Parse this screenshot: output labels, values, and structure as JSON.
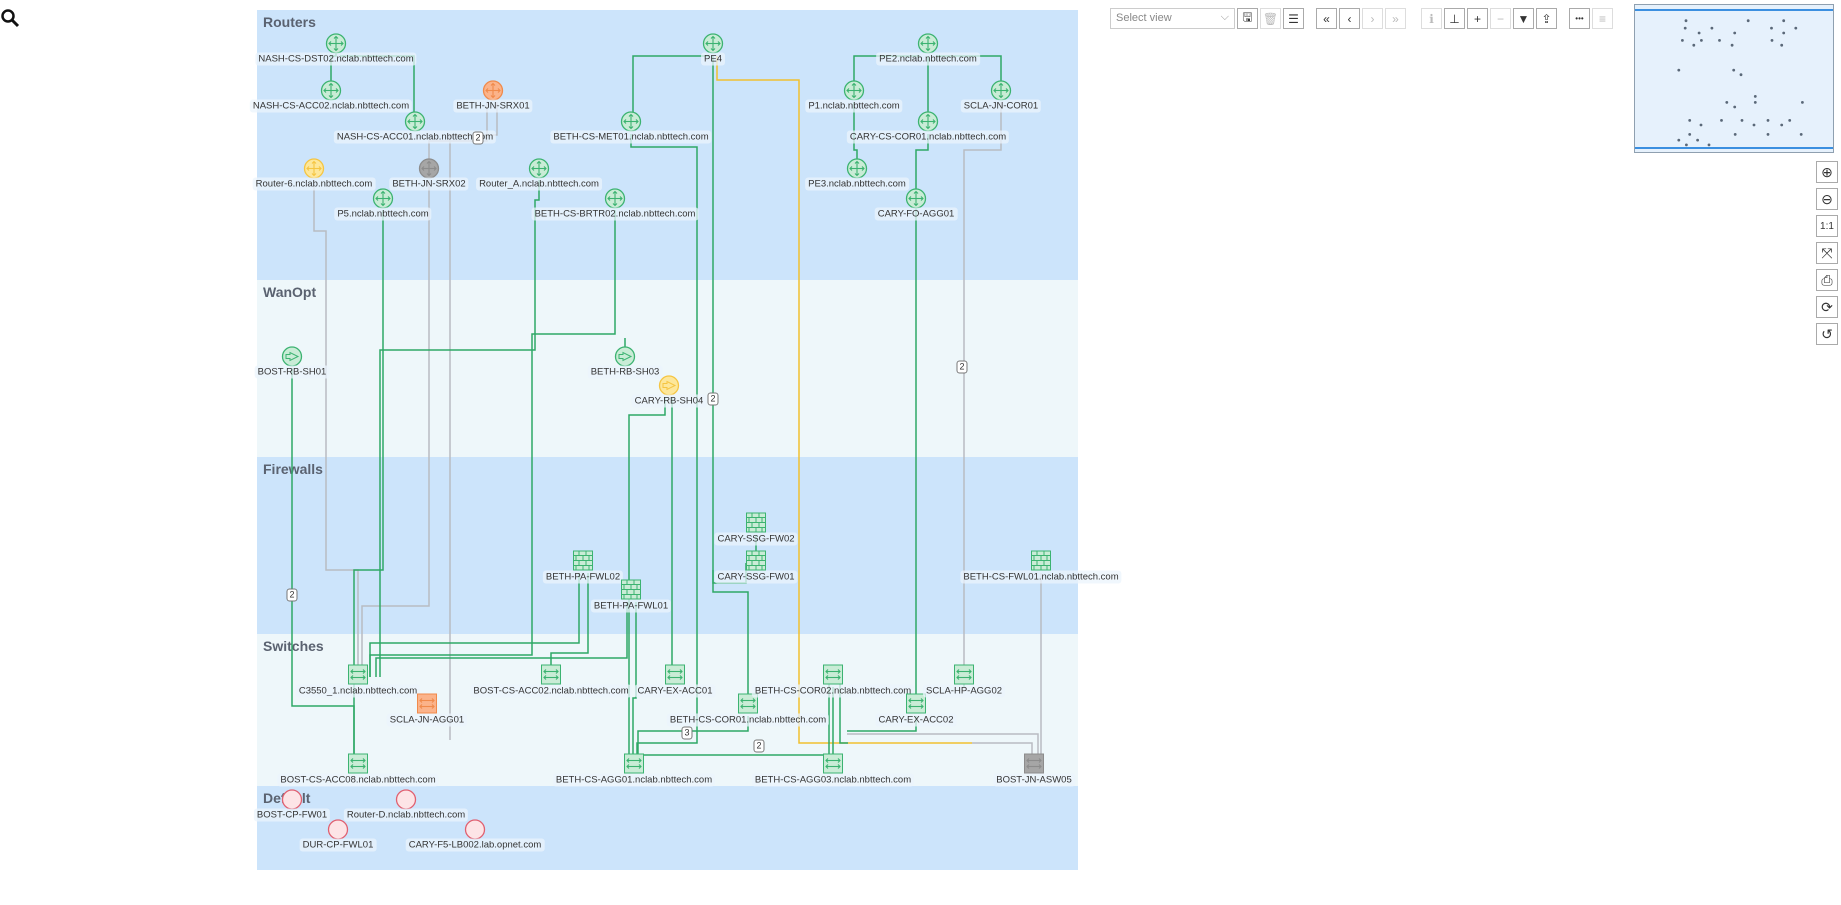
{
  "toolbar": {
    "select_view_placeholder": "Select view",
    "buttons": [
      {
        "name": "save-view-button",
        "icon": "floppy-icon",
        "glyph": "🖫",
        "enabled": true
      },
      {
        "name": "delete-view-button",
        "icon": "trash-icon",
        "glyph": "🗑",
        "enabled": false
      },
      {
        "name": "view-list-button",
        "icon": "list-icon",
        "glyph": "☰",
        "enabled": true
      },
      {
        "name": "first-button",
        "icon": "double-chevron-left-icon",
        "glyph": "«",
        "enabled": true
      },
      {
        "name": "prev-button",
        "icon": "chevron-left-icon",
        "glyph": "‹",
        "enabled": true
      },
      {
        "name": "next-button",
        "icon": "chevron-right-icon",
        "glyph": "›",
        "enabled": false
      },
      {
        "name": "last-button",
        "icon": "double-chevron-right-icon",
        "glyph": "»",
        "enabled": false
      },
      {
        "name": "info-button",
        "icon": "info-icon",
        "glyph": "ℹ",
        "enabled": false
      },
      {
        "name": "hierarchy-button",
        "icon": "hierarchy-icon",
        "glyph": "⊥",
        "enabled": true
      },
      {
        "name": "add-button",
        "icon": "plus-icon",
        "glyph": "+",
        "enabled": true
      },
      {
        "name": "remove-button",
        "icon": "minus-icon",
        "glyph": "−",
        "enabled": false
      },
      {
        "name": "filter-button",
        "icon": "filter-icon",
        "glyph": "▼",
        "enabled": true
      },
      {
        "name": "export-button",
        "icon": "upload-icon",
        "glyph": "⇪",
        "enabled": true
      },
      {
        "name": "more-button",
        "icon": "ellipsis-icon",
        "glyph": "•••",
        "enabled": true
      },
      {
        "name": "menu-button",
        "icon": "hamburger-icon",
        "glyph": "≡",
        "enabled": false
      }
    ]
  },
  "zoom_controls": [
    {
      "name": "zoom-in-button",
      "icon": "zoom-in-icon",
      "glyph": "⊕"
    },
    {
      "name": "zoom-out-button",
      "icon": "zoom-out-icon",
      "glyph": "⊖"
    },
    {
      "name": "actual-size-button",
      "icon": "one-to-one-icon",
      "glyph": "1:1"
    },
    {
      "name": "fit-button",
      "icon": "expand-icon",
      "glyph": "⤧"
    },
    {
      "name": "print-button",
      "icon": "print-icon",
      "glyph": "⎙"
    },
    {
      "name": "refresh-button",
      "icon": "refresh-icon",
      "glyph": "⟳"
    },
    {
      "name": "undo-button",
      "icon": "undo-icon",
      "glyph": "↺"
    }
  ],
  "groups": [
    {
      "title": "Routers"
    },
    {
      "title": "WanOpt"
    },
    {
      "title": "Firewalls"
    },
    {
      "title": "Switches"
    },
    {
      "title": "Default"
    }
  ],
  "colors": {
    "ok": "#3cb371",
    "warn": "#f5c542",
    "critical": "#f08a4b",
    "unknown": "#8c8c8c",
    "unmanaged": "#e06070",
    "link_ok": "#2ea866",
    "link_warn": "#f0c030",
    "link_unknown": "#b8bcc2"
  },
  "nodes": [
    {
      "label": "NASH-CS-DST02.nclab.nbttech.com",
      "type": "router",
      "status": "ok"
    },
    {
      "label": "NASH-CS-ACC02.nclab.nbttech.com",
      "type": "router",
      "status": "ok"
    },
    {
      "label": "NASH-CS-ACC01.nclab.nbttech.com",
      "type": "router",
      "status": "ok"
    },
    {
      "label": "BETH-JN-SRX01",
      "type": "router",
      "status": "critical"
    },
    {
      "label": "Router-6.nclab.nbttech.com",
      "type": "router",
      "status": "warn"
    },
    {
      "label": "BETH-JN-SRX02",
      "type": "router",
      "status": "unknown"
    },
    {
      "label": "Router_A.nclab.nbttech.com",
      "type": "router",
      "status": "ok"
    },
    {
      "label": "P5.nclab.nbttech.com",
      "type": "router",
      "status": "ok"
    },
    {
      "label": "PE4",
      "type": "router",
      "status": "ok"
    },
    {
      "label": "BETH-CS-MET01.nclab.nbttech.com",
      "type": "router",
      "status": "ok"
    },
    {
      "label": "BETH-CS-BRTR02.nclab.nbttech.com",
      "type": "router",
      "status": "ok"
    },
    {
      "label": "PE2.nclab.nbttech.com",
      "type": "router",
      "status": "ok"
    },
    {
      "label": "P1.nclab.nbttech.com",
      "type": "router",
      "status": "ok"
    },
    {
      "label": "SCLA-JN-COR01",
      "type": "router",
      "status": "ok"
    },
    {
      "label": "CARY-CS-COR01.nclab.nbttech.com",
      "type": "router",
      "status": "ok"
    },
    {
      "label": "PE3.nclab.nbttech.com",
      "type": "router",
      "status": "ok"
    },
    {
      "label": "CARY-FO-AGG01",
      "type": "router",
      "status": "ok"
    },
    {
      "label": "BOST-RB-SH01",
      "type": "wanopt",
      "status": "ok"
    },
    {
      "label": "BETH-RB-SH03",
      "type": "wanopt",
      "status": "ok"
    },
    {
      "label": "CARY-RB-SH04",
      "type": "wanopt",
      "status": "warn"
    },
    {
      "label": "CARY-SSG-FW02",
      "type": "firewall",
      "status": "ok"
    },
    {
      "label": "CARY-SSG-FW01",
      "type": "firewall",
      "status": "ok"
    },
    {
      "label": "BETH-PA-FWL02",
      "type": "firewall",
      "status": "ok"
    },
    {
      "label": "BETH-PA-FWL01",
      "type": "firewall",
      "status": "ok"
    },
    {
      "label": "BETH-CS-FWL01.nclab.nbttech.com",
      "type": "firewall",
      "status": "ok"
    },
    {
      "label": "C3550_1.nclab.nbttech.com",
      "type": "switch",
      "status": "ok"
    },
    {
      "label": "SCLA-JN-AGG01",
      "type": "switch",
      "status": "critical"
    },
    {
      "label": "BOST-CS-ACC02.nclab.nbttech.com",
      "type": "switch",
      "status": "ok"
    },
    {
      "label": "CARY-EX-ACC01",
      "type": "switch",
      "status": "ok"
    },
    {
      "label": "BETH-CS-COR01.nclab.nbttech.com",
      "type": "switch",
      "status": "ok"
    },
    {
      "label": "BETH-CS-COR02.nclab.nbttech.com",
      "type": "switch",
      "status": "ok"
    },
    {
      "label": "CARY-EX-ACC02",
      "type": "switch",
      "status": "ok"
    },
    {
      "label": "SCLA-HP-AGG02",
      "type": "switch",
      "status": "ok"
    },
    {
      "label": "BOST-CS-ACC08.nclab.nbttech.com",
      "type": "switch",
      "status": "ok"
    },
    {
      "label": "BETH-CS-AGG01.nclab.nbttech.com",
      "type": "switch",
      "status": "ok"
    },
    {
      "label": "BETH-CS-AGG03.nclab.nbttech.com",
      "type": "switch",
      "status": "ok"
    },
    {
      "label": "BOST-JN-ASW05",
      "type": "switch",
      "status": "unknown"
    },
    {
      "label": "BOST-CP-FW01",
      "type": "generic",
      "status": "unmanaged"
    },
    {
      "label": "Router-D.nclab.nbttech.com",
      "type": "generic",
      "status": "unmanaged"
    },
    {
      "label": "DUR-CP-FWL01",
      "type": "generic",
      "status": "unmanaged"
    },
    {
      "label": "CARY-F5-LB002.lab.opnet.com",
      "type": "generic",
      "status": "unmanaged"
    }
  ],
  "link_badges": [
    "2",
    "2",
    "2",
    "2",
    "3",
    "2"
  ]
}
